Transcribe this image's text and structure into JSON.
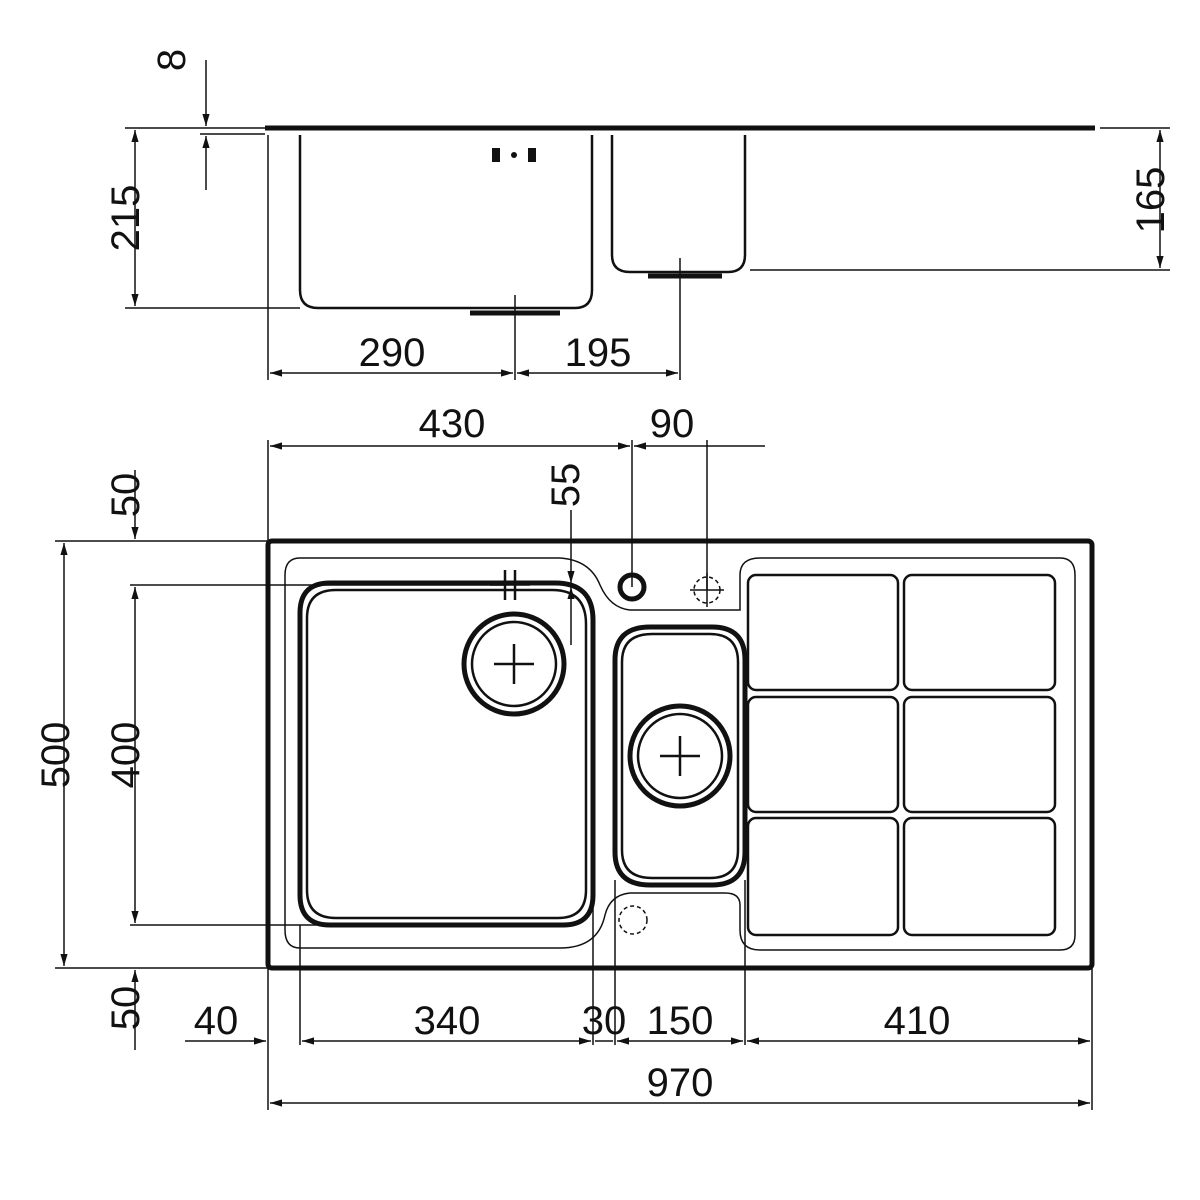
{
  "side_view": {
    "d_8": "8",
    "d_215": "215",
    "d_165": "165",
    "d_290": "290",
    "d_195": "195"
  },
  "plan_view": {
    "d_430": "430",
    "d_90": "90",
    "d_50_top": "50",
    "d_55": "55",
    "d_500": "500",
    "d_400": "400",
    "d_50_bottom": "50",
    "d_40": "40",
    "d_340": "340",
    "d_30": "30",
    "d_150": "150",
    "d_410": "410",
    "d_970": "970"
  },
  "colors": {
    "line": "#111111",
    "background": "#ffffff"
  }
}
